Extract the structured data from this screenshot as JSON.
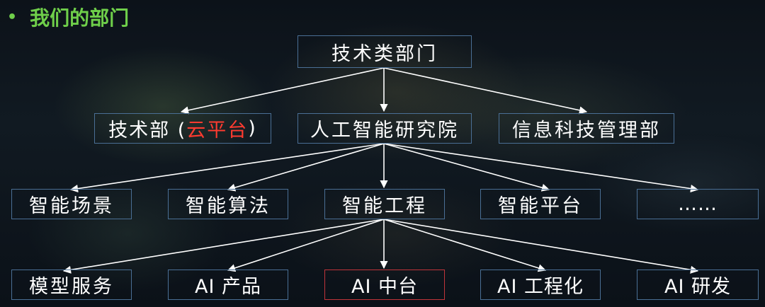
{
  "heading": {
    "bullet": "•",
    "title": "我们的部门"
  },
  "tree": {
    "root": "技术类部门",
    "level1": {
      "tech_dept_prefix": "技术部 (",
      "tech_dept_accent": "云平台",
      "tech_dept_suffix": ")",
      "ai_institute": "人工智能研究院",
      "info_mgmt": "信息科技管理部"
    },
    "level2": [
      "智能场景",
      "智能算法",
      "智能工程",
      "智能平台",
      "……"
    ],
    "level3": [
      "模型服务",
      "AI 产品",
      "AI 中台",
      "AI 工程化",
      "AI 研发"
    ]
  },
  "colors": {
    "heading": "#6fcf4a",
    "accent": "#ff3b30",
    "box_border": "#4a6f95",
    "highlight_border": "#c0343a"
  }
}
